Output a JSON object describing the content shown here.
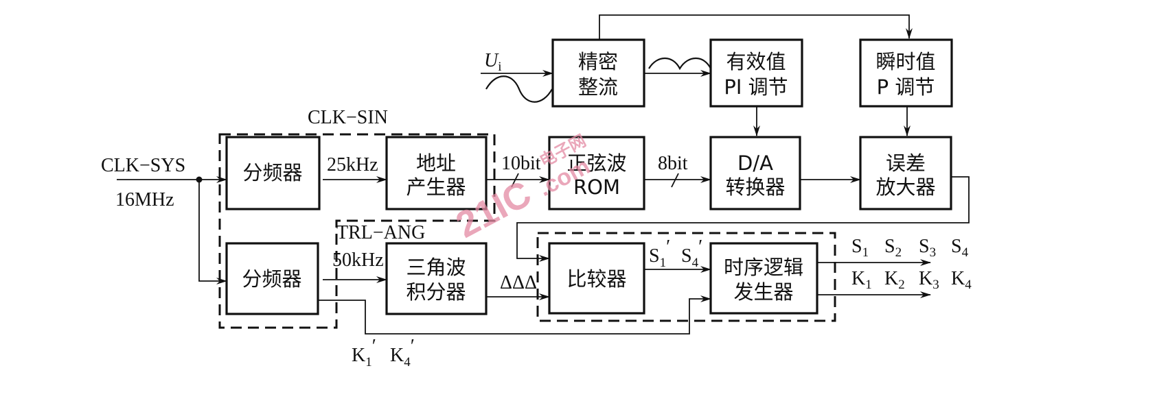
{
  "blocks": {
    "rectifier": [
      "精密",
      "整流"
    ],
    "rms_pi": [
      "有效值",
      "PI 调节"
    ],
    "inst_p": [
      "瞬时值",
      "P 调节"
    ],
    "divider_top": [
      "分频器"
    ],
    "addr_gen": [
      "地址",
      "产生器"
    ],
    "sine_rom": [
      "正弦波",
      "ROM"
    ],
    "dac": [
      "D/A",
      "转换器"
    ],
    "err_amp": [
      "误差",
      "放大器"
    ],
    "divider_bottom": [
      "分频器"
    ],
    "tri_int": [
      "三角波",
      "积分器"
    ],
    "comparator": [
      "比较器"
    ],
    "timing_logic": [
      "时序逻辑",
      "发生器"
    ]
  },
  "labels": {
    "ui_main": "U",
    "ui_sub": "i",
    "clk_sin": "CLK−SIN",
    "clk_sys": "CLK−SYS",
    "freq_16": "16MHz",
    "freq_25": "25kHz",
    "bits_10": "10bit",
    "bits_8": "8bit",
    "trl_ang": "TRL−ANG",
    "freq_50": "50kHz",
    "triangles": "ΔΔΔ",
    "s1p": "S",
    "s1p_sub": "1",
    "s4p": "S",
    "s4p_sub": "4",
    "s_outputs": [
      {
        "main": "S",
        "sub": "1"
      },
      {
        "main": "S",
        "sub": "2"
      },
      {
        "main": "S",
        "sub": "3"
      },
      {
        "main": "S",
        "sub": "4"
      }
    ],
    "k_outputs": [
      {
        "main": "K",
        "sub": "1"
      },
      {
        "main": "K",
        "sub": "2"
      },
      {
        "main": "K",
        "sub": "3"
      },
      {
        "main": "K",
        "sub": "4"
      }
    ],
    "k1p": "K",
    "k1p_sub": "1",
    "k4p": "K",
    "k4p_sub": "4"
  },
  "watermark": {
    "logo": "21IC",
    "text": ".com",
    "cn": "电子网"
  }
}
